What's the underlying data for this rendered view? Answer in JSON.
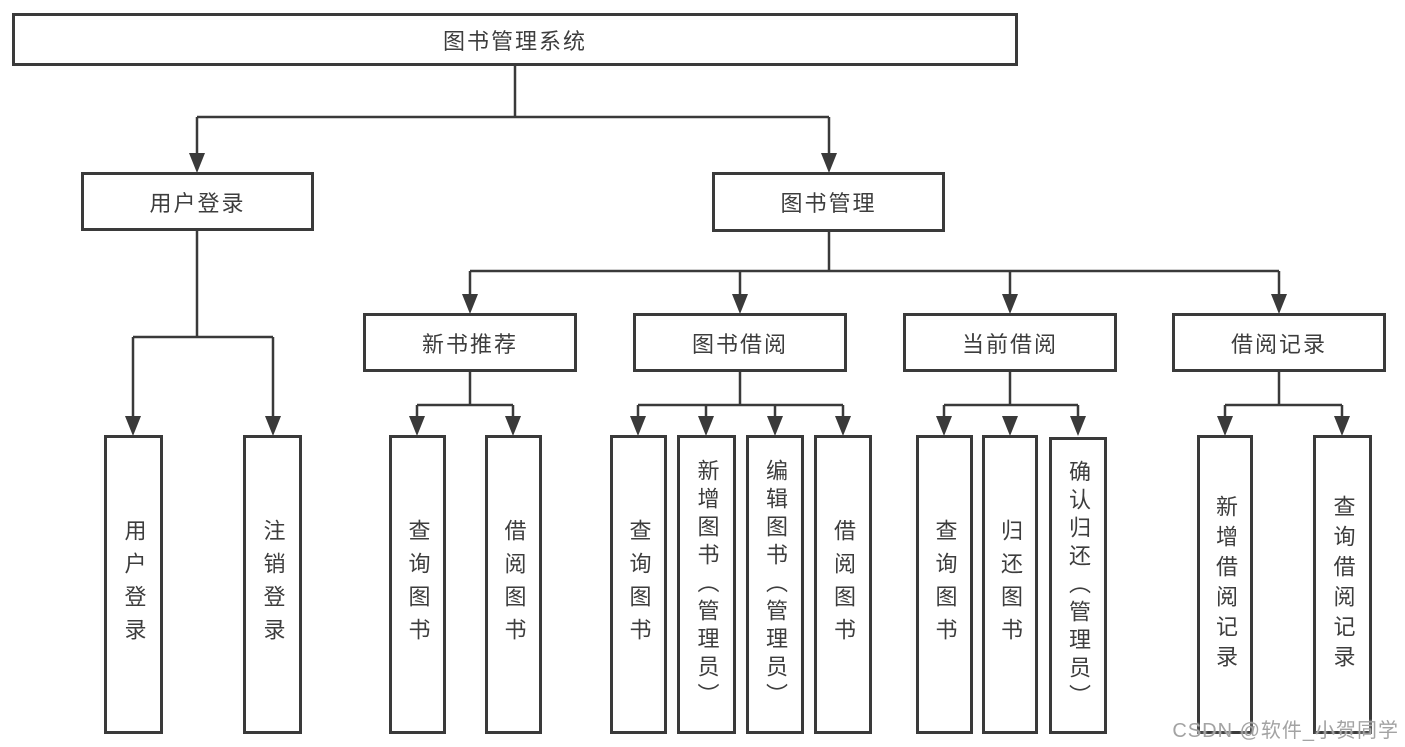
{
  "nodes": {
    "root": "图书管理系统",
    "user_login": "用户登录",
    "book_mgmt": "图书管理",
    "new_book_rec": "新书推荐",
    "book_borrow": "图书借阅",
    "current_borrow": "当前借阅",
    "borrow_record": "借阅记录",
    "leaf_user_login": "用户登录",
    "leaf_logout": "注销登录",
    "leaf_query_book_a": "查询图书",
    "leaf_borrow_book_a": "借阅图书",
    "leaf_query_book_b": "查询图书",
    "leaf_add_book": "新增图书（管理员）",
    "leaf_edit_book": "编辑图书（管理员）",
    "leaf_borrow_book_b": "借阅图书",
    "leaf_query_book_c": "查询图书",
    "leaf_return_book": "归还图书",
    "leaf_confirm_return": "确认归还（管理员）",
    "leaf_add_record": "新增借阅记录",
    "leaf_query_record": "查询借阅记录"
  },
  "watermark": "CSDN @软件_小贺同学",
  "colors": {
    "line": "#3a3a3a",
    "text": "#3d3d3d",
    "watermark": "#a3a3a3",
    "background": "#ffffff"
  }
}
